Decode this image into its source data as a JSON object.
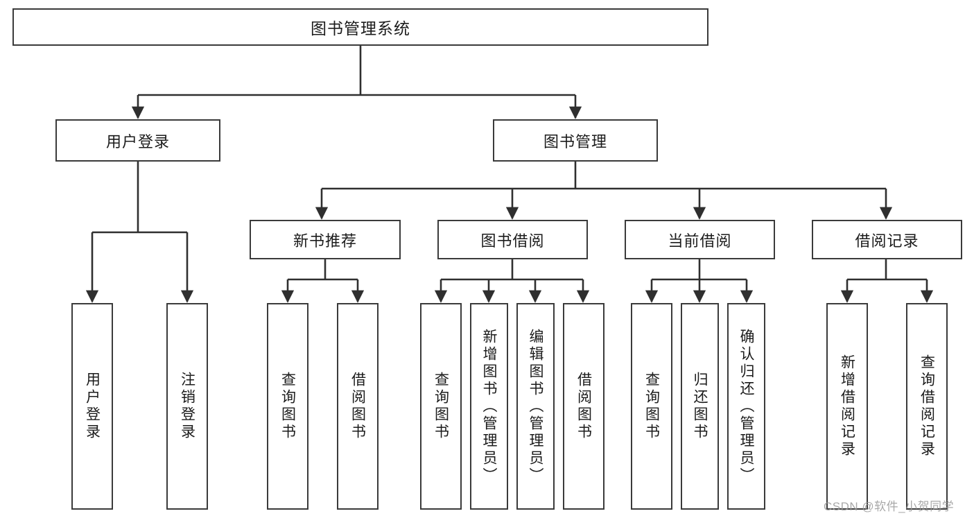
{
  "diagram": {
    "type": "tree",
    "title": "图书管理系统",
    "root": {
      "label": "图书管理系统"
    },
    "level2": [
      {
        "label": "用户登录"
      },
      {
        "label": "图书管理"
      }
    ],
    "level3": [
      {
        "label": "新书推荐"
      },
      {
        "label": "图书借阅"
      },
      {
        "label": "当前借阅"
      },
      {
        "label": "借阅记录"
      }
    ],
    "leaves": {
      "user_login": [
        {
          "label": "用户登录"
        },
        {
          "label": "注销登录"
        }
      ],
      "new_book_recommend": [
        {
          "label": "查询图书"
        },
        {
          "label": "借阅图书"
        }
      ],
      "book_borrow": [
        {
          "label": "查询图书"
        },
        {
          "label": "新增图书（管理员）"
        },
        {
          "label": "编辑图书（管理员）"
        },
        {
          "label": "借阅图书"
        }
      ],
      "current_borrow": [
        {
          "label": "查询图书"
        },
        {
          "label": "归还图书"
        },
        {
          "label": "确认归还（管理员）"
        }
      ],
      "borrow_record": [
        {
          "label": "新增借阅记录"
        },
        {
          "label": "查询借阅记录"
        }
      ]
    }
  },
  "watermark": {
    "text": "CSDN @软件_小贺同学"
  },
  "colors": {
    "box_border": "#3a3a3a",
    "text": "#1b1b1b",
    "line": "#2f2f2f",
    "background": "#ffffff",
    "watermark": "#9a9a9a"
  }
}
